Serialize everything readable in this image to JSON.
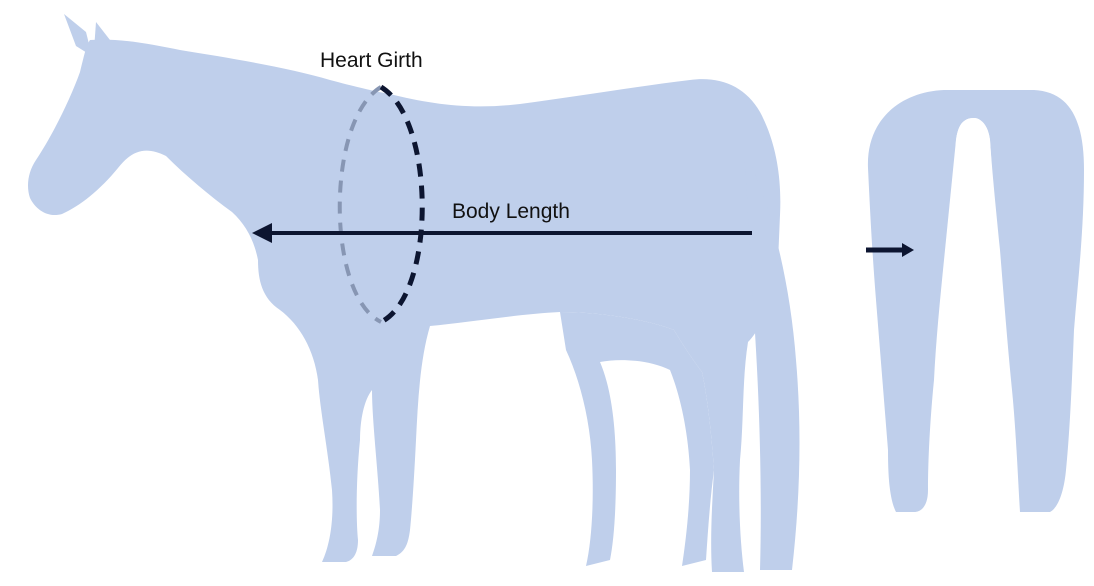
{
  "labels": {
    "heart_girth": "Heart Girth",
    "body_length": "Body Length"
  },
  "colors": {
    "silhouette": "#bfcfeb",
    "measure_dark": "#0c1530",
    "measure_light": "#8796b3",
    "background": "#ffffff"
  },
  "icons": {
    "side_view": "horse-side-silhouette",
    "rear_view": "horse-rear-silhouette",
    "arrow": "arrow-right-icon"
  }
}
